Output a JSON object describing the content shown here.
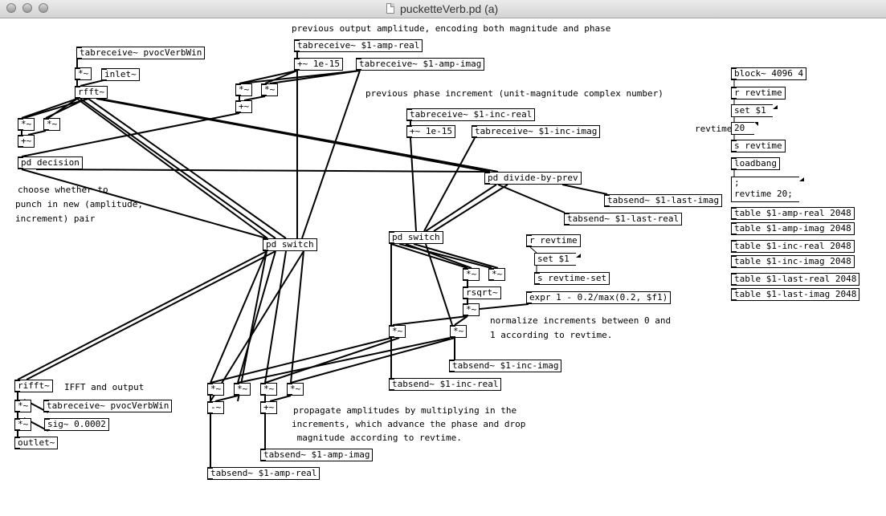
{
  "window": {
    "title": "pucketteVerb.pd (a)",
    "buttons": [
      "close",
      "minimize",
      "zoom"
    ]
  },
  "objects": {
    "tabreceive_pvocverbwin_in": "tabreceive~ pvocVerbWin",
    "mul_a": "*~",
    "inlet": "inlet~",
    "rfft": "rfft~",
    "mul_b": "*~",
    "mul_c": "*~",
    "plus_a": "+~",
    "pd_decision": "pd decision",
    "tabreceive_amp_real": "tabreceive~ $1-amp-real",
    "plus_1e15_a": "+~ 1e-15",
    "tabreceive_amp_imag": "tabreceive~ $1-amp-imag",
    "mul_d": "*~",
    "mul_e": "*~",
    "plus_b": "+~",
    "tabreceive_inc_real": "tabreceive~ $1-inc-real",
    "plus_1e15_b": "+~ 1e-15",
    "tabreceive_inc_imag": "tabreceive~ $1-inc-imag",
    "pd_divide_by_prev": "pd divide-by-prev",
    "tabsend_last_imag": "tabsend~ $1-last-imag",
    "tabsend_last_real": "tabsend~ $1-last-real",
    "pd_switch_a": "pd switch",
    "pd_switch_b": "pd switch",
    "r_revtime_b": "r revtime",
    "s_revtime_set": "s revtime-set",
    "mul_f": "*~",
    "mul_g": "*~",
    "rsqrt": "rsqrt~",
    "mul_h": "*~",
    "expr": "expr 1 - 0.2/max(0.2, $f1)",
    "mul_i": "*~",
    "mul_j": "*~",
    "tabsend_inc_imag": "tabsend~ $1-inc-imag",
    "tabsend_inc_real": "tabsend~ $1-inc-real",
    "rifft": "rifft~",
    "mul_k": "*~",
    "tabreceive_pvocverbwin_out": "tabreceive~ pvocVerbWin",
    "mul_l": "*~",
    "sig": "sig~ 0.0002",
    "outlet": "outlet~",
    "mul_m": "*~",
    "mul_n": "*~",
    "mul_o": "*~",
    "mul_p": "*~",
    "minus": "-~",
    "plus_c": "+~",
    "tabsend_amp_imag": "tabsend~ $1-amp-imag",
    "tabsend_amp_real": "tabsend~ $1-amp-real",
    "block": "block~ 4096 4",
    "r_revtime_a": "r revtime",
    "s_revtime": "s revtime",
    "loadbang": "loadbang",
    "table_amp_real": "table $1-amp-real 2048",
    "table_amp_imag": "table $1-amp-imag 2048",
    "table_inc_real": "table $1-inc-real 2048",
    "table_inc_imag": "table $1-inc-imag 2048",
    "table_last_real": "table $1-last-real 2048",
    "table_last_imag": "table $1-last-imag 2048"
  },
  "messages": {
    "set_a": "set $1",
    "set_b": "set $1",
    "revtime_msg_line1": ";",
    "revtime_msg_line2": "revtime 20;"
  },
  "number_box": {
    "label": "revtime",
    "value": "20"
  },
  "comments": {
    "prev_output": "previous output amplitude, encoding both magnitude and phase",
    "prev_phase": "previous phase increment (unit-magnitude complex number)",
    "choose_1": "choose whether to",
    "choose_2": "punch in new (amplitude,",
    "choose_3": "increment) pair",
    "normalize_1": "normalize increments between 0 and",
    "normalize_2": "1 according to revtime.",
    "ifft": "IFFT and output",
    "propagate_1": "propagate amplitudes by multiplying in the",
    "propagate_2": "increments, which advance the phase and drop",
    "propagate_3": " magnitude according to revtime."
  }
}
